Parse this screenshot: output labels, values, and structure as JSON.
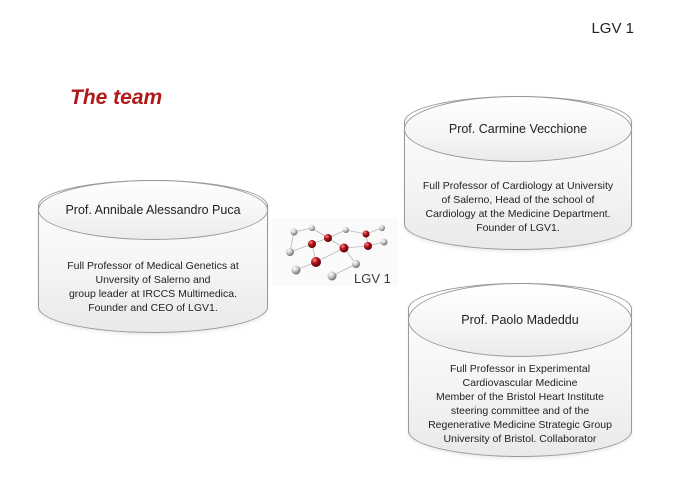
{
  "header": {
    "corner_label": "LGV 1"
  },
  "title": "The team",
  "image_label": "LGV 1",
  "cards": [
    {
      "name": "Prof. Annibale Alessandro Puca",
      "lines": [
        "Full Professor of Medical Genetics at",
        "Unversity of Salerno and",
        "group leader at IRCCS Multimedica.",
        "Founder and CEO  of LGV1."
      ]
    },
    {
      "name": "Prof. Carmine Vecchione",
      "lines": [
        "Full Professor of Cardiology at University",
        "of Salerno, Head of the school of",
        "Cardiology at the Medicine Department.",
        "Founder of LGV1."
      ]
    },
    {
      "name": "Prof. Paolo Madeddu",
      "lines": [
        "Full Professor in Experimental",
        "Cardiovascular Medicine",
        "Member of the Bristol Heart Institute",
        "steering committee and of the",
        "Regenerative Medicine Strategic Group",
        "University of Bristol. Collaborator"
      ]
    }
  ],
  "colors": {
    "title": "#b01a1a",
    "node_red": "#b3121a",
    "node_silver": "#c8c8c8"
  }
}
